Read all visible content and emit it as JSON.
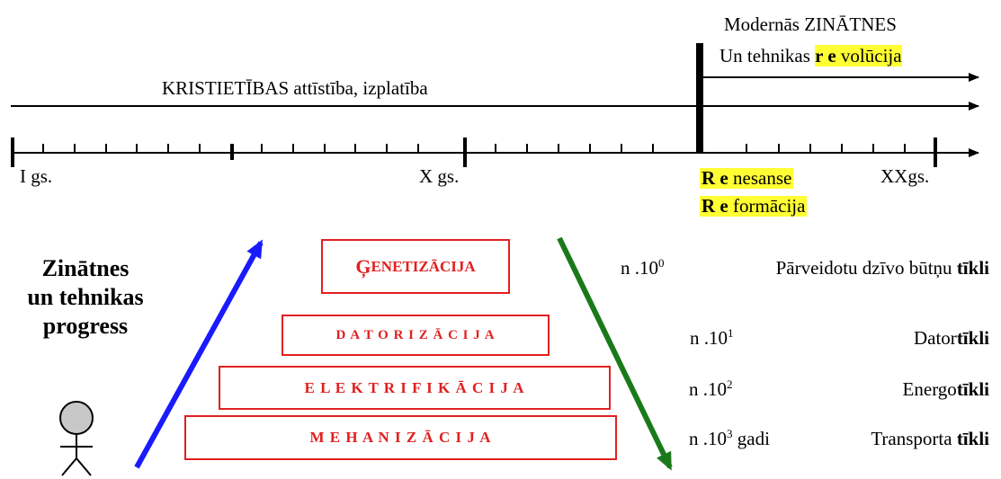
{
  "timeline": {
    "top_label_line1": "Modernās ZINĀTNES",
    "top_label_line2_prefix": "Un tehnikas ",
    "top_label_line2_hl": "r e",
    "top_label_line2_rest": " volūcija",
    "christ_label": "KRISTIETĪBAS  attīstība, izplatība",
    "tick_1": "I gs.",
    "tick_10": "X gs.",
    "tick_20": "XXgs.",
    "ren_hl": "R e",
    "ren_rest": " nesanse",
    "ref_hl": "R e",
    "ref_rest": " formācija"
  },
  "progress_label": [
    "Zinātnes",
    "un tehnikas",
    "progress"
  ],
  "pyramid": [
    {
      "first": "Ģ",
      "rest": "ENETIZĀCIJA"
    },
    {
      "text": "D A T O R I Z Ā C I J A"
    },
    {
      "text": "E L E K T R I F I K Ā C I J A"
    },
    {
      "text": "M  E  H  A  N  I  Z  Ā  C  I  J  A"
    }
  ],
  "networks": [
    {
      "n": "n .10",
      "exp": "0",
      "mid": "",
      "label_pre": "Pārveidotu dzīvo būtņu ",
      "label_bold": "tīkli"
    },
    {
      "n": "n .10",
      "exp": "1",
      "mid": "",
      "label_pre": "Dator",
      "label_bold": "tīkli"
    },
    {
      "n": "n .10",
      "exp": "2",
      "mid": "",
      "label_pre": "Energo",
      "label_bold": "tīkli"
    },
    {
      "n": "n .10",
      "exp": "3",
      "mid": " gadi",
      "label_pre": "Transporta ",
      "label_bold": "tīkli"
    }
  ],
  "colors": {
    "red": "#e02020",
    "blue": "#1a1aff",
    "green": "#1a7a1a",
    "highlight": "#ffff33"
  },
  "icons": {
    "person": "stick-figure-icon"
  }
}
